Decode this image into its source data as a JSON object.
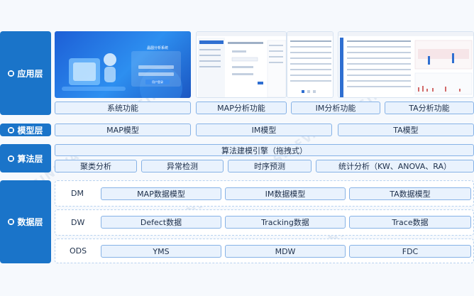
{
  "watermark": "SINEVA",
  "layers": {
    "app": "应用层",
    "model": "模型层",
    "algo": "算法层",
    "data": "数据层"
  },
  "app_functions": [
    "系统功能",
    "MAP分析功能",
    "IM分析功能",
    "TA分析功能"
  ],
  "models": [
    "MAP模型",
    "IM模型",
    "TA模型"
  ],
  "algorithm": {
    "engine": "算法建模引擎（拖拽式）",
    "items": [
      "聚类分析",
      "异常检测",
      "时序预测",
      "统计分析（KW、ANOVA、RA）"
    ]
  },
  "data_layer": {
    "rows": [
      {
        "label": "DM",
        "items": [
          "MAP数据模型",
          "IM数据模型",
          "TA数据模型"
        ]
      },
      {
        "label": "DW",
        "items": [
          "Defect数据",
          "Tracking数据",
          "Trace数据"
        ]
      },
      {
        "label": "ODS",
        "items": [
          "YMS",
          "MDW",
          "FDC"
        ]
      }
    ]
  },
  "screenshot_login": {
    "title": "晶圆分析系统",
    "button": "用户登录"
  },
  "colors": {
    "layer": "#1a74c9",
    "box_bg": "#e9f2fd",
    "box_border": "#86b2e6"
  }
}
